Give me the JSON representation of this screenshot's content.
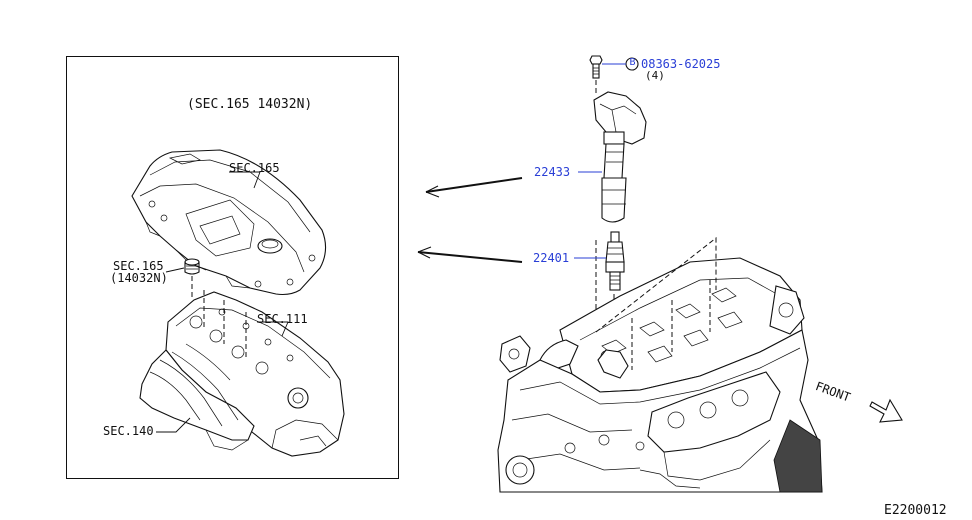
{
  "inset": {
    "header": "(SEC.165  14032N)",
    "label_cover": "SEC.165",
    "label_grommet_line1": "SEC.165",
    "label_grommet_line2": "(14032N)",
    "label_head": "SEC.111",
    "label_manifold": "SEC.140"
  },
  "parts": {
    "bolt_marker": "B",
    "bolt_number": "08363-62025",
    "bolt_qty": "(4)",
    "coil_number": "22433",
    "plug_number": "22401"
  },
  "front_label": "FRONT",
  "diagram_code": "E2200012",
  "colors": {
    "link": "#2a3fd6",
    "line": "#111111"
  }
}
